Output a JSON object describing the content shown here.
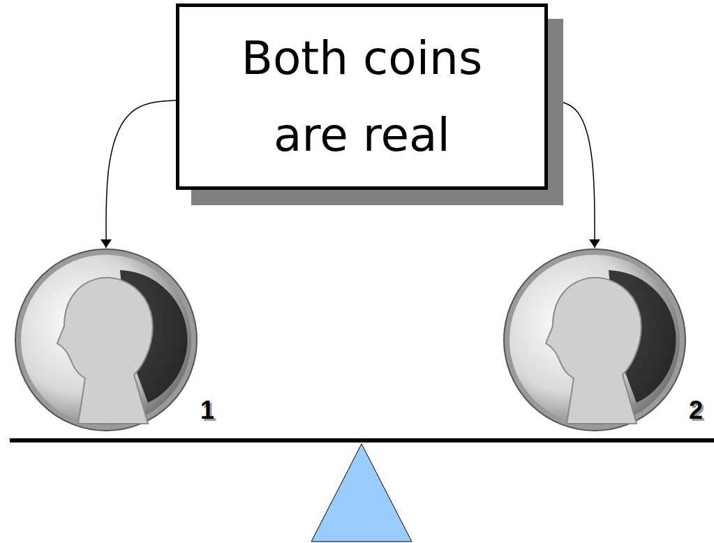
{
  "diagram": {
    "nodes": [
      {
        "text": [
          "Both coins are real"
        ]
      },
      {
        "text": [
          "1"
        ]
      },
      {
        "text": [
          "2"
        ]
      }
    ],
    "edges": [
      {
        "from": 0,
        "to": 1,
        "arrow": "to"
      },
      {
        "from": 0,
        "to": 2,
        "arrow": "to"
      }
    ]
  }
}
